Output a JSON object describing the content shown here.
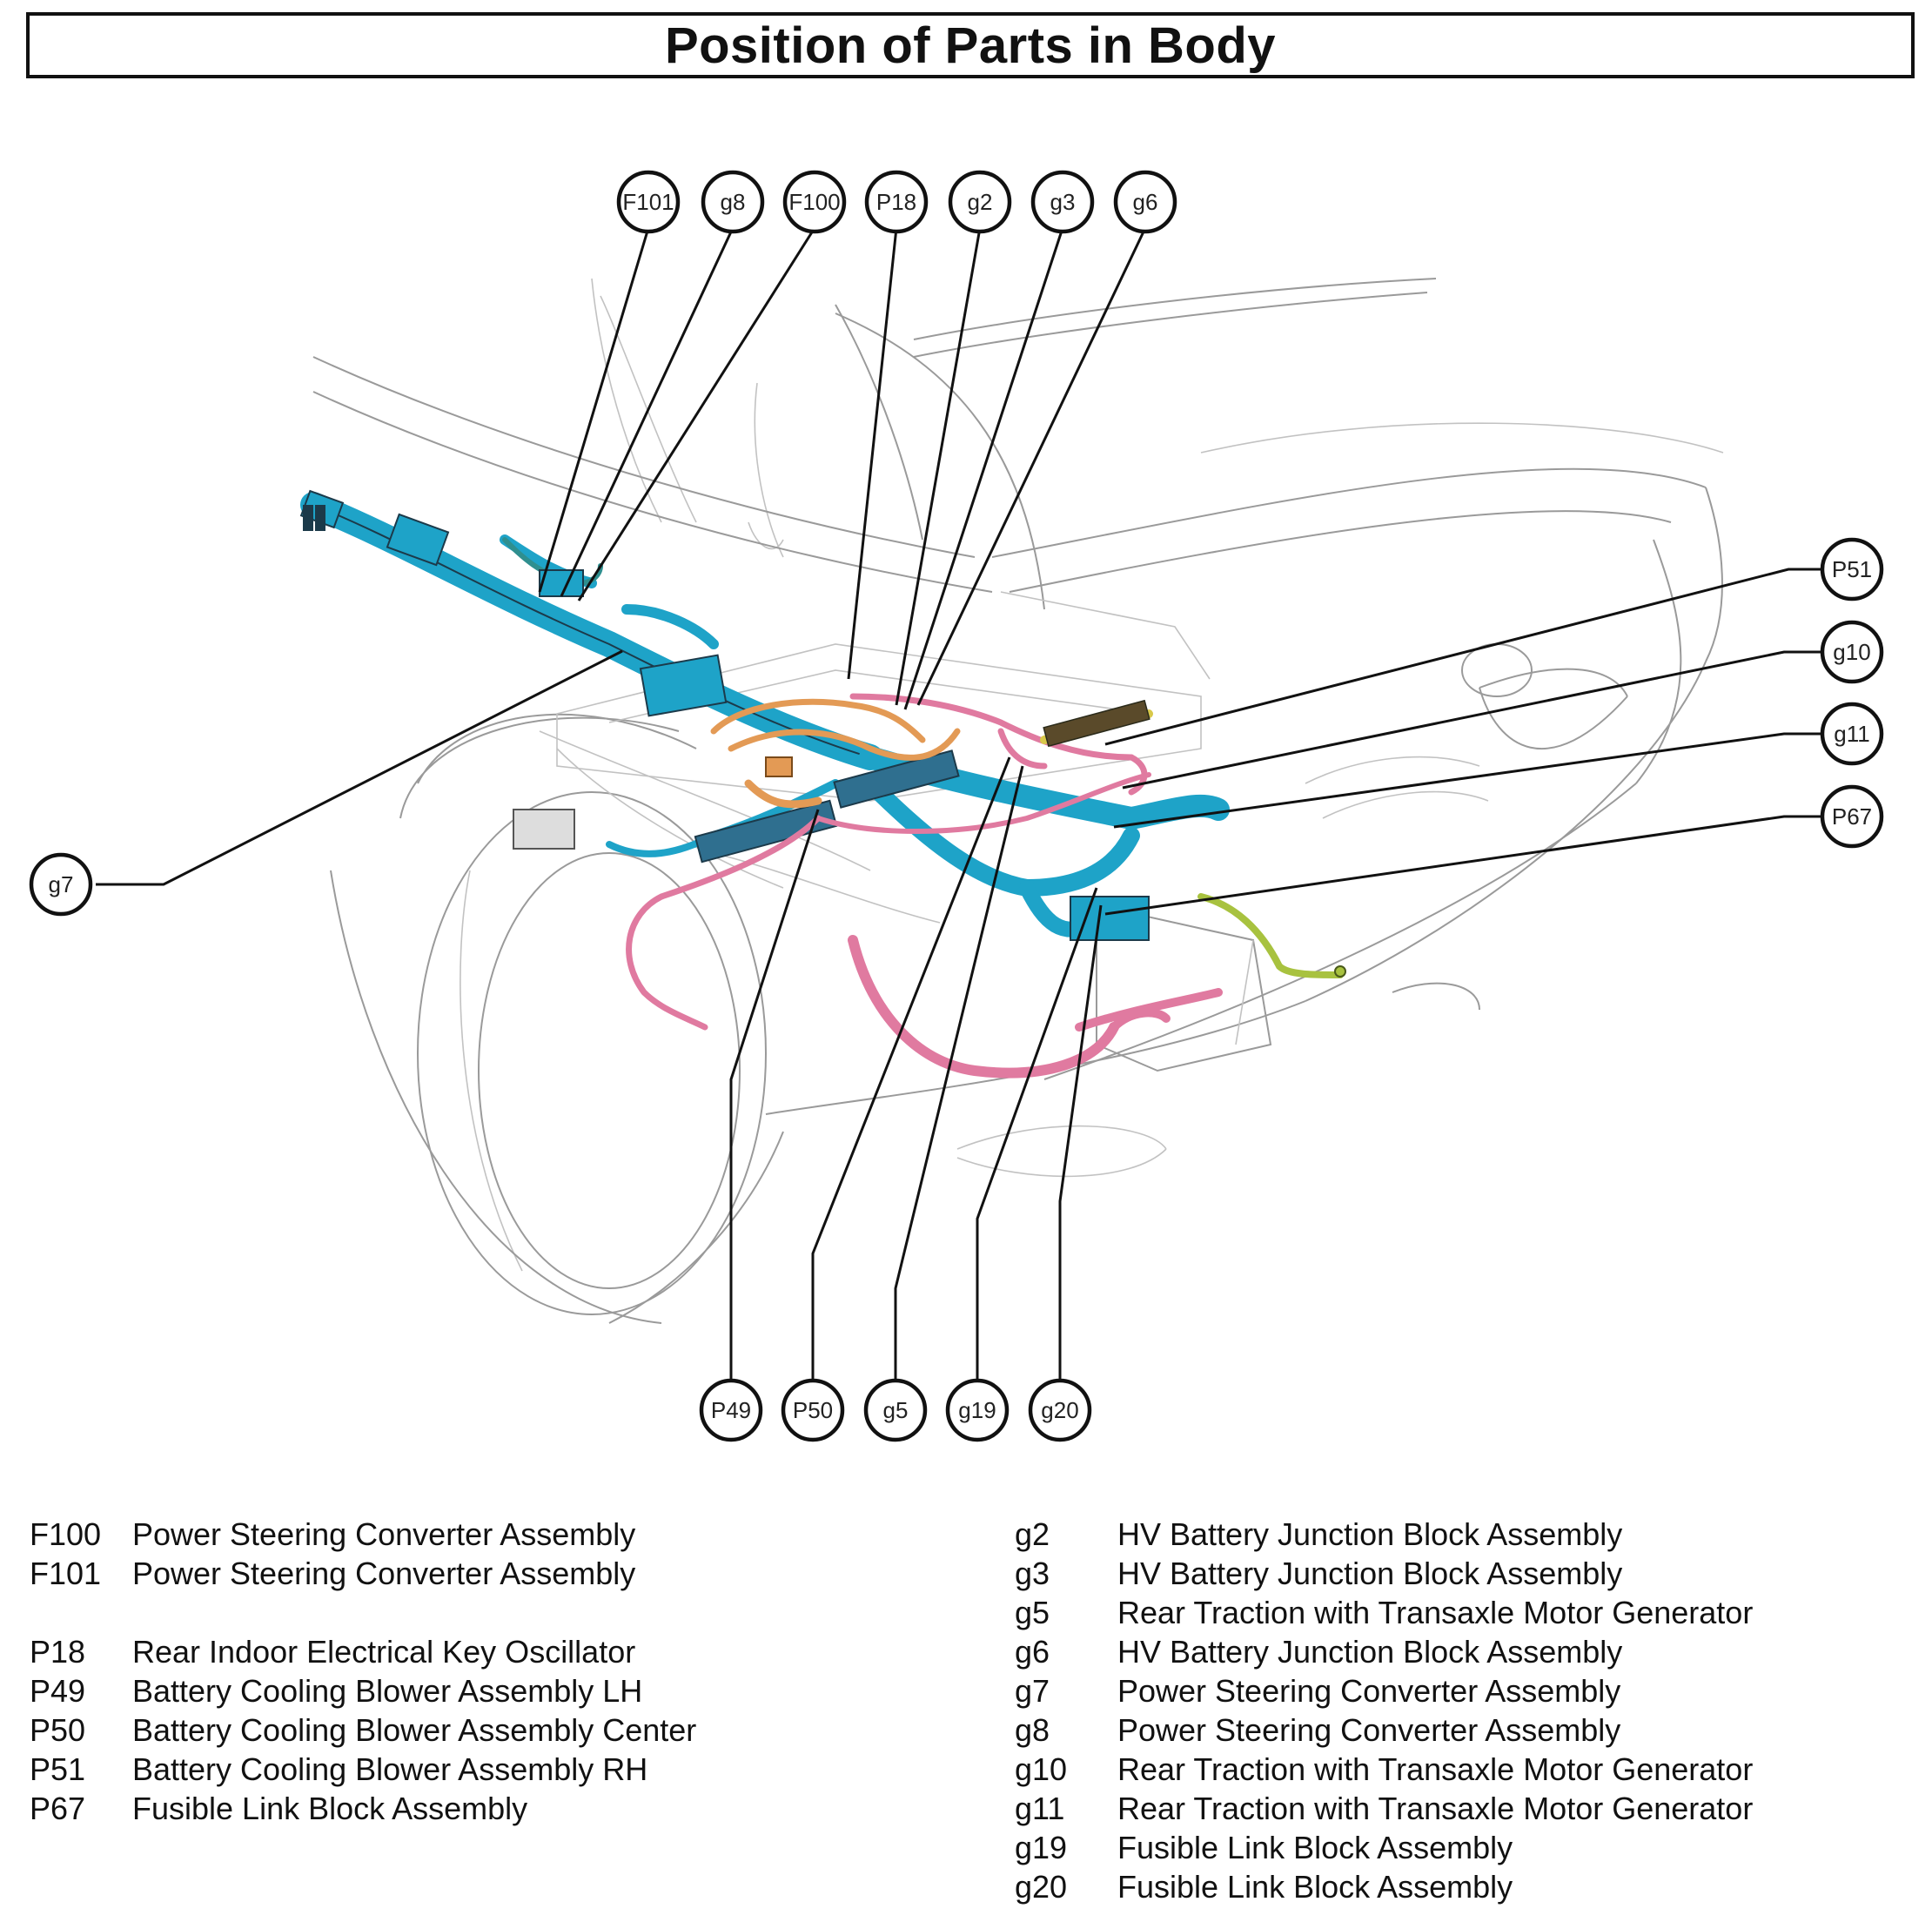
{
  "title": "Position of Parts in Body",
  "colors": {
    "harness_blue": "#1ea3c8",
    "harness_pink": "#e07aa0",
    "harness_orange": "#e39a55",
    "harness_green": "#a8c23f",
    "harness_dark": "#1c3a4a",
    "outline": "#9a9a9a"
  },
  "callouts": {
    "F101": "F101",
    "g8": "g8",
    "F100": "F100",
    "P18": "P18",
    "g2": "g2",
    "g3": "g3",
    "g6": "g6",
    "P51": "P51",
    "g10": "g10",
    "g11": "g11",
    "P67": "P67",
    "g7": "g7",
    "P49": "P49",
    "P50": "P50",
    "g5": "g5",
    "g19": "g19",
    "g20": "g20"
  },
  "legend_left": [
    {
      "code": "F100",
      "desc": "Power Steering Converter Assembly"
    },
    {
      "code": "F101",
      "desc": "Power Steering Converter Assembly"
    },
    {
      "code": "P18",
      "desc": "Rear Indoor Electrical Key Oscillator"
    },
    {
      "code": "P49",
      "desc": "Battery Cooling Blower Assembly LH"
    },
    {
      "code": "P50",
      "desc": "Battery Cooling Blower Assembly Center"
    },
    {
      "code": "P51",
      "desc": "Battery Cooling Blower Assembly RH"
    },
    {
      "code": "P67",
      "desc": "Fusible Link Block Assembly"
    }
  ],
  "legend_right": [
    {
      "code": "g2",
      "desc": "HV Battery Junction Block Assembly"
    },
    {
      "code": "g3",
      "desc": "HV Battery Junction Block Assembly"
    },
    {
      "code": "g5",
      "desc": "Rear Traction with Transaxle Motor Generator"
    },
    {
      "code": "g6",
      "desc": "HV Battery Junction Block Assembly"
    },
    {
      "code": "g7",
      "desc": "Power Steering Converter Assembly"
    },
    {
      "code": "g8",
      "desc": "Power Steering Converter Assembly"
    },
    {
      "code": "g10",
      "desc": "Rear Traction with Transaxle Motor Generator"
    },
    {
      "code": "g11",
      "desc": "Rear Traction with Transaxle Motor Generator"
    },
    {
      "code": "g19",
      "desc": "Fusible Link Block Assembly"
    },
    {
      "code": "g20",
      "desc": "Fusible Link Block Assembly"
    }
  ]
}
